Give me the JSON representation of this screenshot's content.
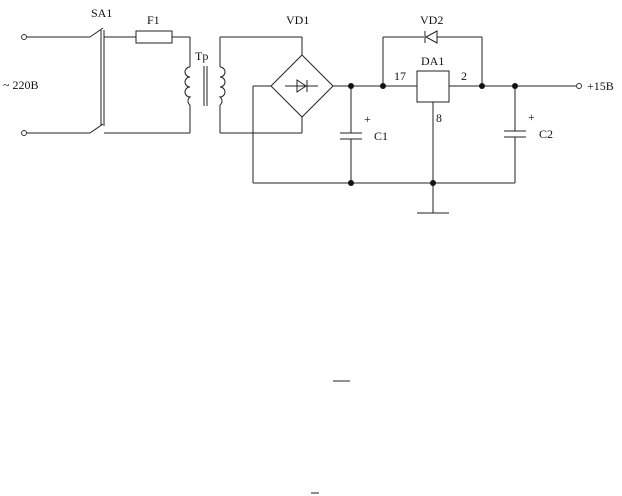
{
  "labels": {
    "switch": "SA1",
    "fuse": "F1",
    "transformer": "Tp",
    "bridge": "VD1",
    "diode": "VD2",
    "regulator": "DA1",
    "pin_in": "17",
    "pin_out": "2",
    "pin_gnd": "8",
    "cap1": "C1",
    "cap2": "C2",
    "cap1_plus": "+",
    "cap2_plus": "+",
    "input_voltage": "~ 220B",
    "output_voltage": "+15B"
  }
}
